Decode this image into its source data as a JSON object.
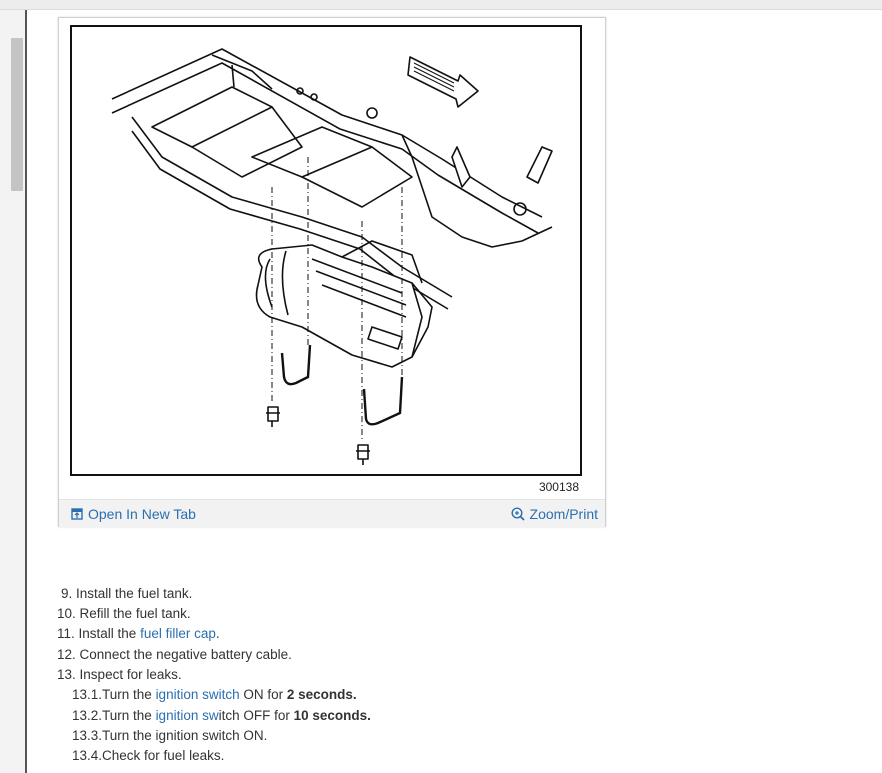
{
  "figure": {
    "id": "300138",
    "open_label": "Open In New Tab",
    "zoom_label": "Zoom/Print"
  },
  "steps": [
    {
      "num": "9.",
      "text": "Install the fuel tank."
    },
    {
      "num": "10.",
      "text": "Refill the fuel tank."
    },
    {
      "num": "11.",
      "pre": "Install the ",
      "link": "fuel filler cap",
      "post": "."
    },
    {
      "num": "12.",
      "text": "Connect the negative battery cable."
    },
    {
      "num": "13.",
      "text": "Inspect for leaks."
    }
  ],
  "substeps": [
    {
      "num": "13.1.",
      "pre": "Turn the ",
      "link": "ignition switch",
      "mid": " ON for ",
      "bold": "2 seconds."
    },
    {
      "num": "13.2.",
      "pre": "Turn the ",
      "link": "ignition sw",
      "mid": "itch OFF for ",
      "bold": "10 seconds."
    },
    {
      "num": "13.3.",
      "text": "Turn the ignition switch ON."
    },
    {
      "num": "13.4.",
      "text": "Check for fuel leaks."
    }
  ]
}
